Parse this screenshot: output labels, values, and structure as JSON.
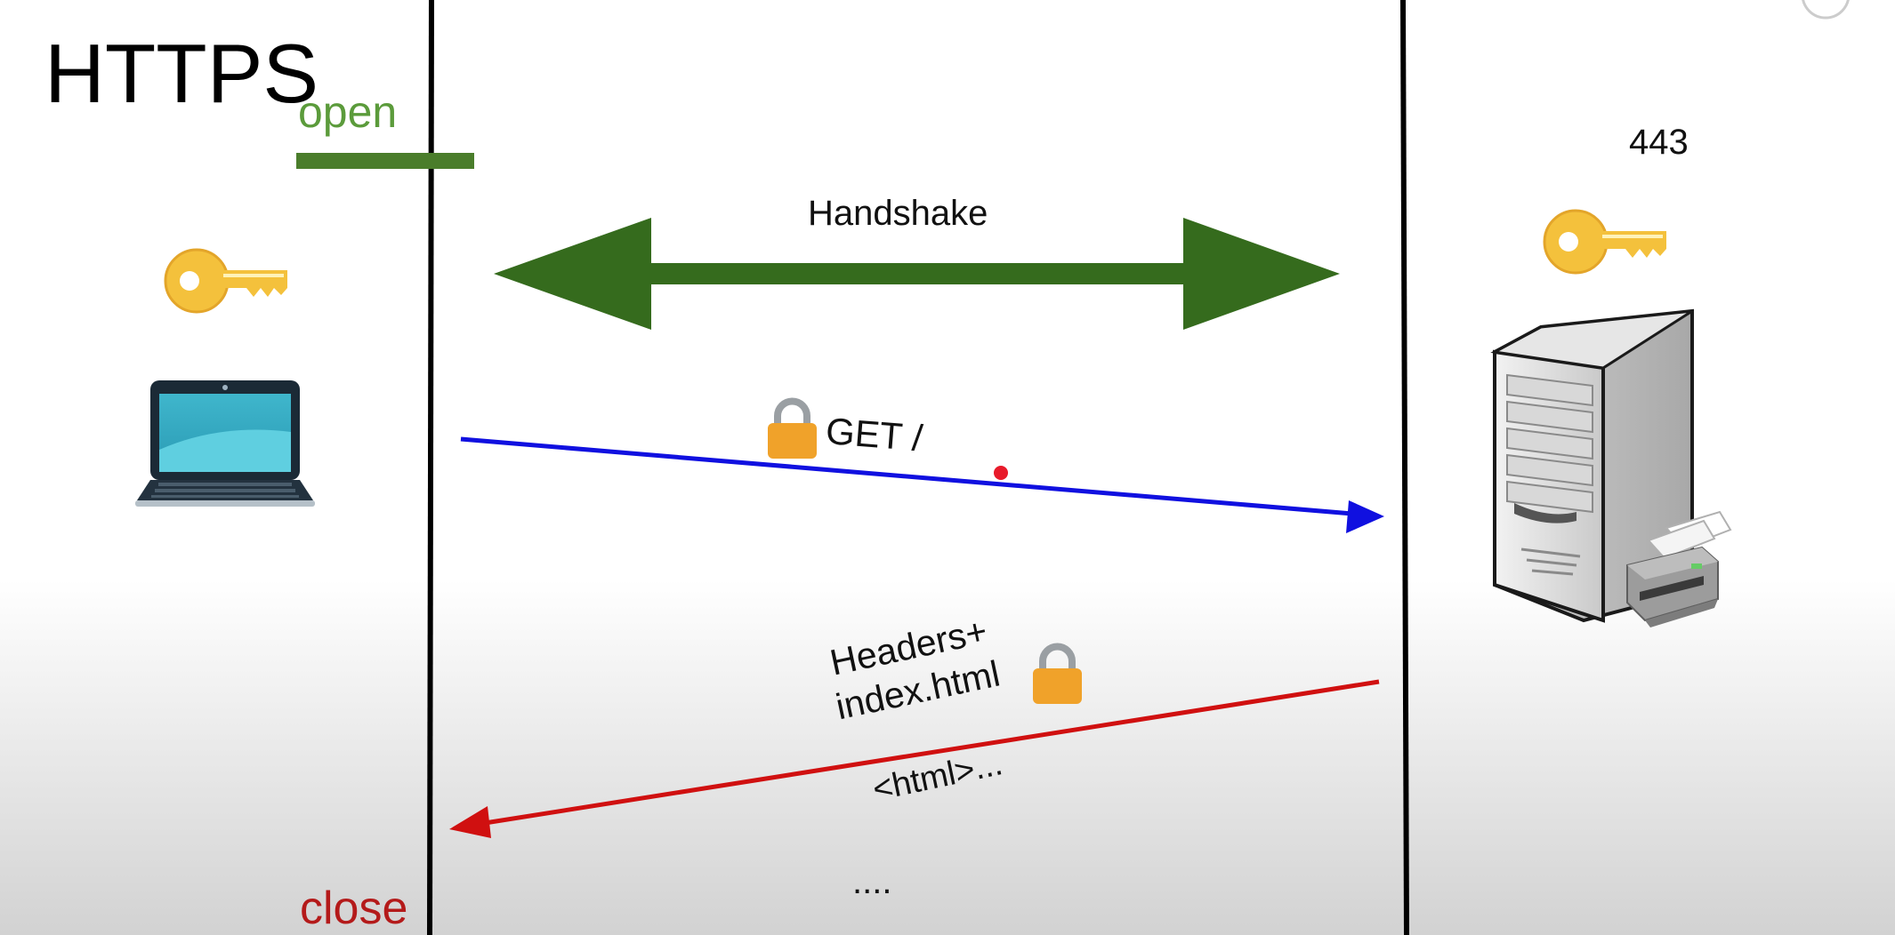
{
  "title": "HTTPS",
  "connection": {
    "open_label": "open",
    "close_label": "close"
  },
  "server": {
    "port_label": "443"
  },
  "messages": {
    "handshake_label": "Handshake",
    "request_label": "GET /",
    "response_label_line1": "Headers+",
    "response_label_line2": "index.html",
    "response_body_label": "<html>...",
    "continuation_label": "...."
  },
  "icons": {
    "client_key": "key-icon",
    "server_key": "key-icon",
    "client": "laptop-icon",
    "server": "server-tower-icon",
    "printer": "printer-icon",
    "request_lock": "lock-icon",
    "response_lock": "lock-icon"
  },
  "colors": {
    "open": "#5b9b3b",
    "handshake": "#356b1d",
    "request_arrow": "#1010e0",
    "response_arrow": "#d01010",
    "close": "#b41a1a",
    "lock": "#f0a22a",
    "key": "#f4c13c"
  }
}
